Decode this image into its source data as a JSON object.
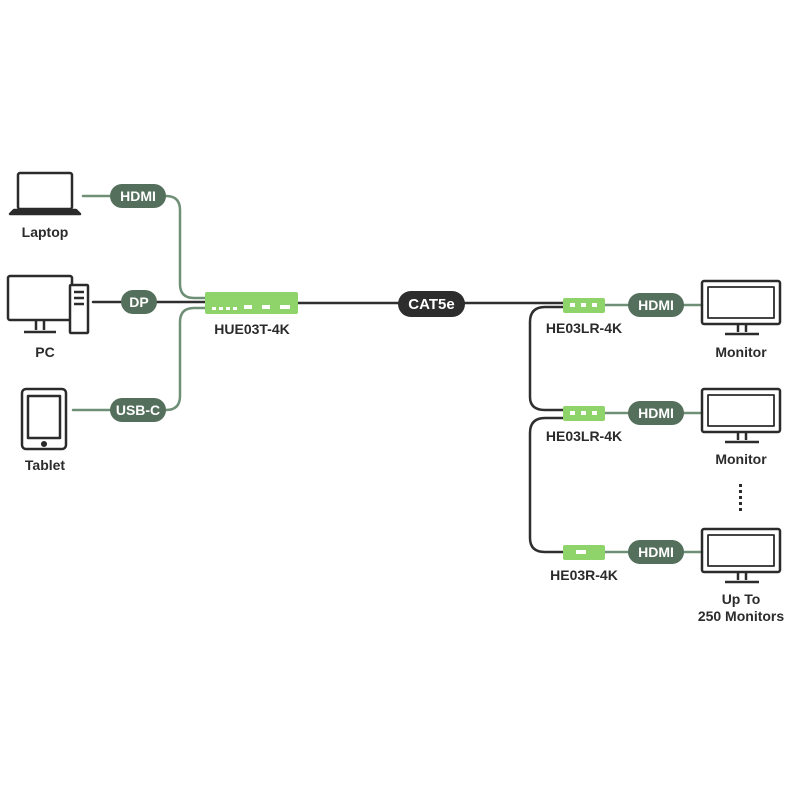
{
  "colors": {
    "cable": "#2f2f2f",
    "green_cable": "#6f8f76",
    "pill_green": "#546f5b",
    "pill_dark": "#2d2d2d",
    "device_green": "#8fd46a",
    "outline": "#2b2b2b"
  },
  "sources": [
    {
      "label": "Laptop",
      "icon": "laptop-icon",
      "connector": "HDMI"
    },
    {
      "label": "PC",
      "icon": "desktop-pc-icon",
      "connector": "DP"
    },
    {
      "label": "Tablet",
      "icon": "tablet-icon",
      "connector": "USB-C"
    }
  ],
  "transmitter": {
    "label": "HUE03T-4K"
  },
  "link": {
    "label": "CAT5e"
  },
  "receivers": [
    {
      "label": "HE03LR-4K",
      "connector": "HDMI",
      "display": "Monitor"
    },
    {
      "label": "HE03LR-4K",
      "connector": "HDMI",
      "display": "Monitor"
    },
    {
      "label": "HE03R-4K",
      "connector": "HDMI",
      "display_line1": "Up To",
      "display_line2": "250 Monitors"
    }
  ]
}
